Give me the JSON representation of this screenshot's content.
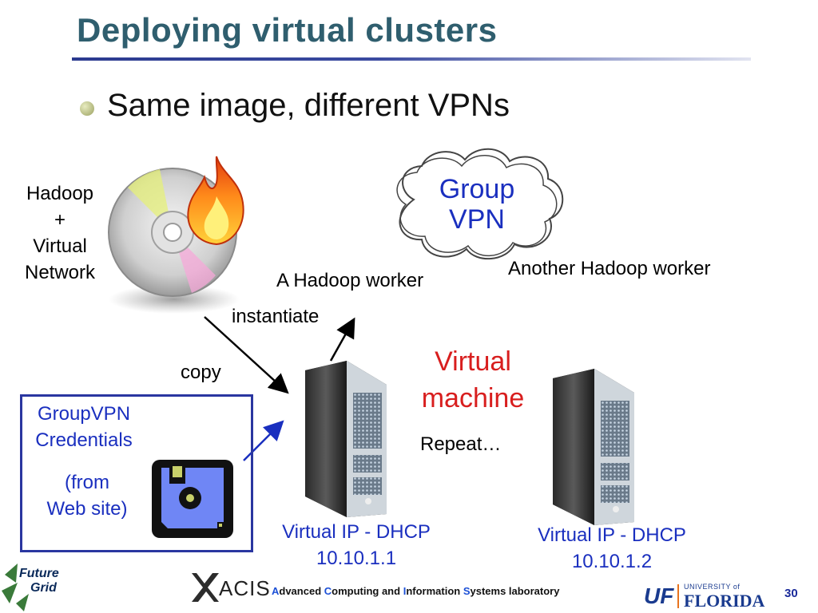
{
  "slide": {
    "title": "Deploying virtual clusters",
    "bullet": "Same image, different VPNs",
    "page_number": "30"
  },
  "diagram": {
    "disk_label_lines": [
      "Hadoop",
      "+",
      "Virtual",
      "Network"
    ],
    "cloud_label_lines": [
      "Group",
      "VPN"
    ],
    "worker_a_label": "A Hadoop worker",
    "worker_b_label": "Another Hadoop worker",
    "instantiate_label": "instantiate",
    "copy_label": "copy",
    "vm_label_lines": [
      "Virtual",
      "machine"
    ],
    "repeat_label": "Repeat…",
    "credentials_lines": [
      "GroupVPN",
      "Credentials"
    ],
    "credentials_source_lines": [
      "(from",
      "Web site)"
    ],
    "server1_ip_lines": [
      "Virtual IP - DHCP",
      "10.10.1.1"
    ],
    "server2_ip_lines": [
      "Virtual IP - DHCP",
      "10.10.1.2"
    ]
  },
  "footer": {
    "left_logo_lines": [
      "Future",
      "Grid"
    ],
    "center_logo": "ACIS",
    "lab_words": [
      {
        "cap": "A",
        "rest": "dvanced "
      },
      {
        "cap": "C",
        "rest": "omputing and "
      },
      {
        "cap": "I",
        "rest": "nformation "
      },
      {
        "cap": "S",
        "rest": "ystems laboratory"
      }
    ],
    "uf_mark": "UF",
    "uf_university": "UNIVERSITY of",
    "uf_florida": "FLORIDA"
  },
  "colors": {
    "title": "#2f5e6e",
    "blue_text": "#1a2fbf",
    "red_text": "#d81e1e",
    "floppy": "#6f86f5",
    "uf_blue": "#1a3b8f",
    "uf_orange": "#e8731e"
  },
  "icons": [
    "cd-disk-icon",
    "flame-icon",
    "cloud-icon",
    "server-icon",
    "floppy-disk-icon",
    "future-grid-logo",
    "acis-logo",
    "uf-logo"
  ]
}
